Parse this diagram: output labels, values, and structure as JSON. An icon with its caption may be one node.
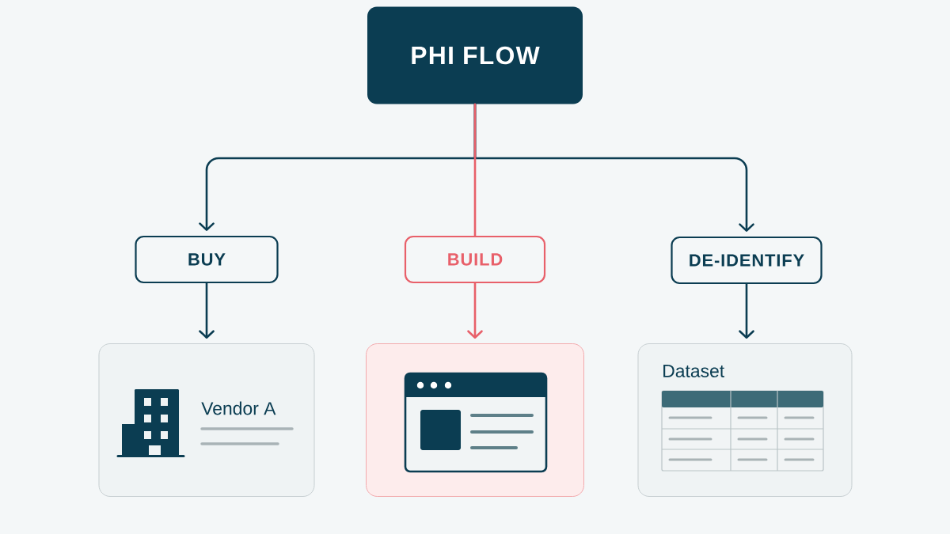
{
  "diagram": {
    "nodes": [
      {
        "text": [
          "PHI FLOW"
        ]
      },
      {
        "text": [
          "BUY"
        ]
      },
      {
        "text": [
          "BUILD"
        ]
      },
      {
        "text": [
          "DE-IDENTIFY"
        ]
      },
      {
        "text": [
          "Vendor A"
        ]
      },
      {
        "text": [],
        "shape": "box"
      },
      {
        "text": [
          "Dataset"
        ]
      }
    ],
    "edges": [
      {
        "from": 0,
        "to": 1,
        "arrow": "to"
      },
      {
        "from": 0,
        "to": 2,
        "arrow": "none",
        "color": "#e8606a"
      },
      {
        "from": 0,
        "to": 3,
        "arrow": "to"
      },
      {
        "from": 1,
        "to": 4,
        "arrow": "to"
      },
      {
        "from": 2,
        "to": 5,
        "arrow": "to",
        "color": "#e8606a"
      },
      {
        "from": 3,
        "to": 6,
        "arrow": "to"
      }
    ]
  }
}
